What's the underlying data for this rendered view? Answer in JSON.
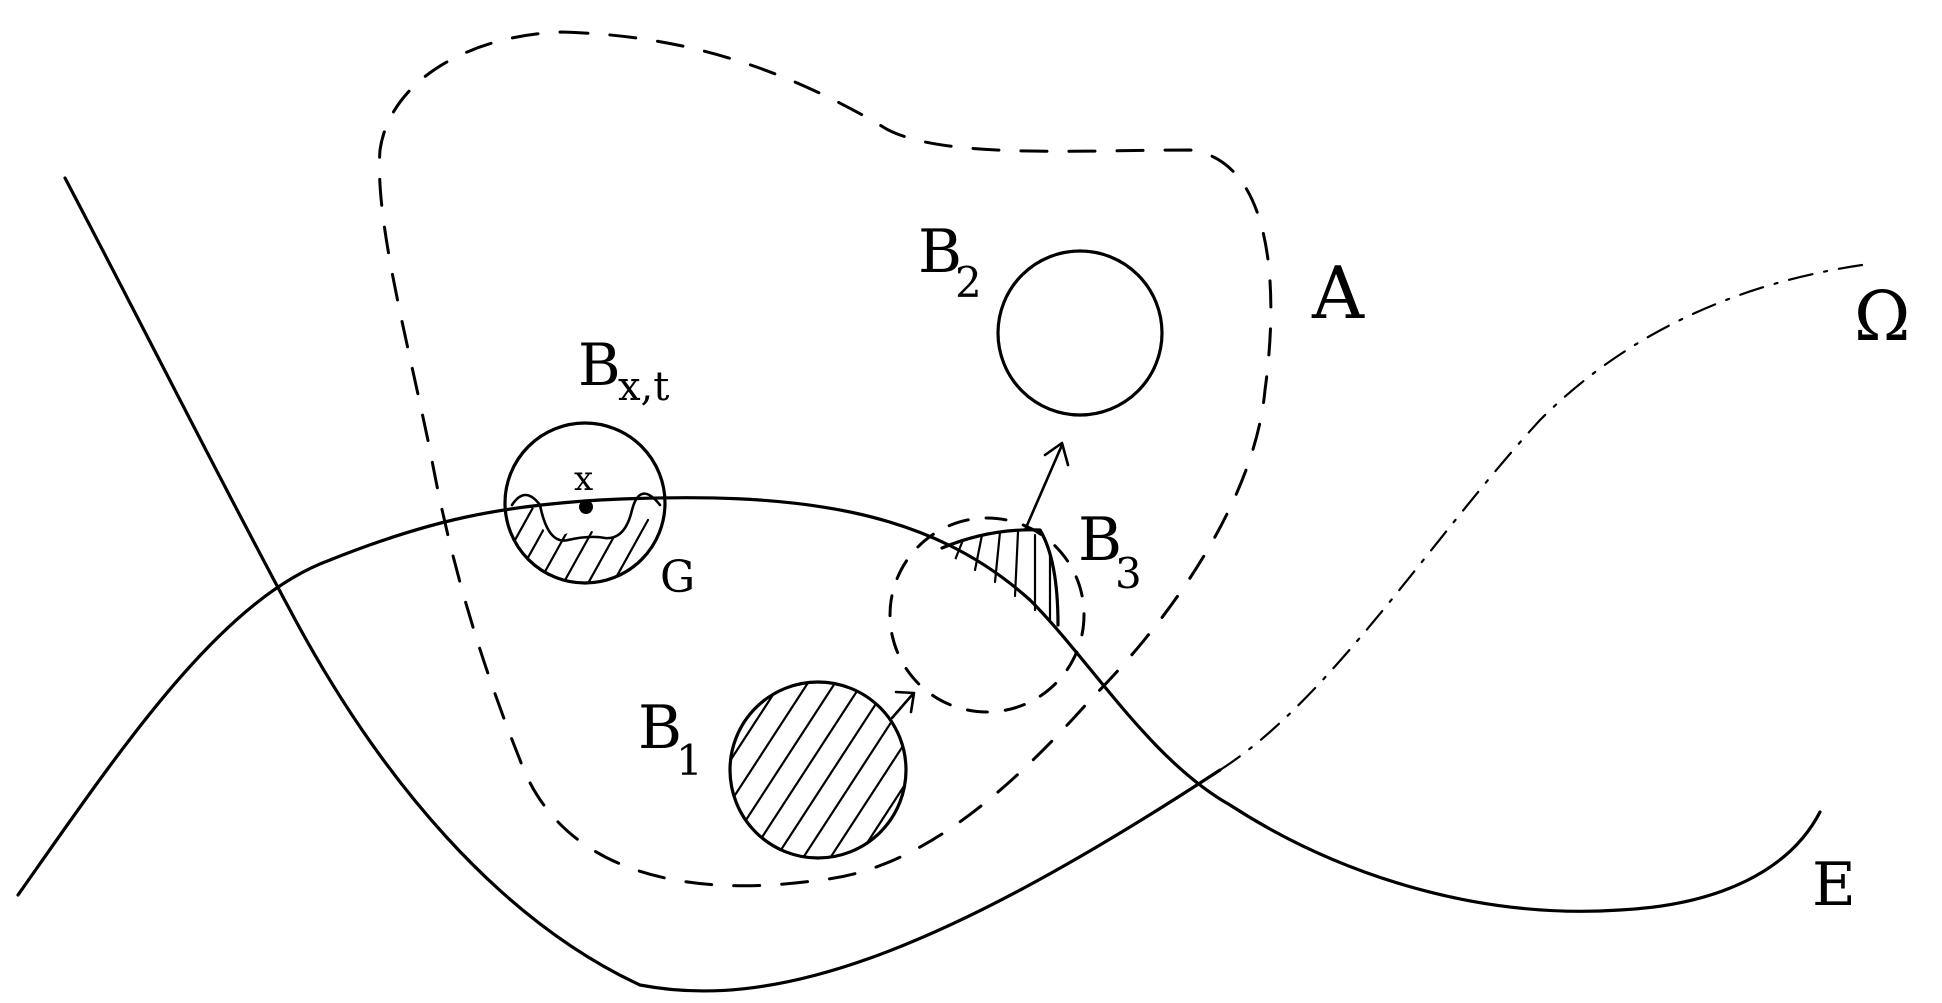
{
  "diagram": {
    "labels": {
      "set_a": "A",
      "ball_b1": "B",
      "ball_b1_sub": "1",
      "ball_b2": "B",
      "ball_b2_sub": "2",
      "ball_b3": "B",
      "ball_b3_sub": "3",
      "ball_bxt": "B",
      "ball_bxt_sub": "x,t",
      "point_x": "x",
      "region_g": "G",
      "curve_e": "E",
      "region_omega": "Ω"
    }
  }
}
